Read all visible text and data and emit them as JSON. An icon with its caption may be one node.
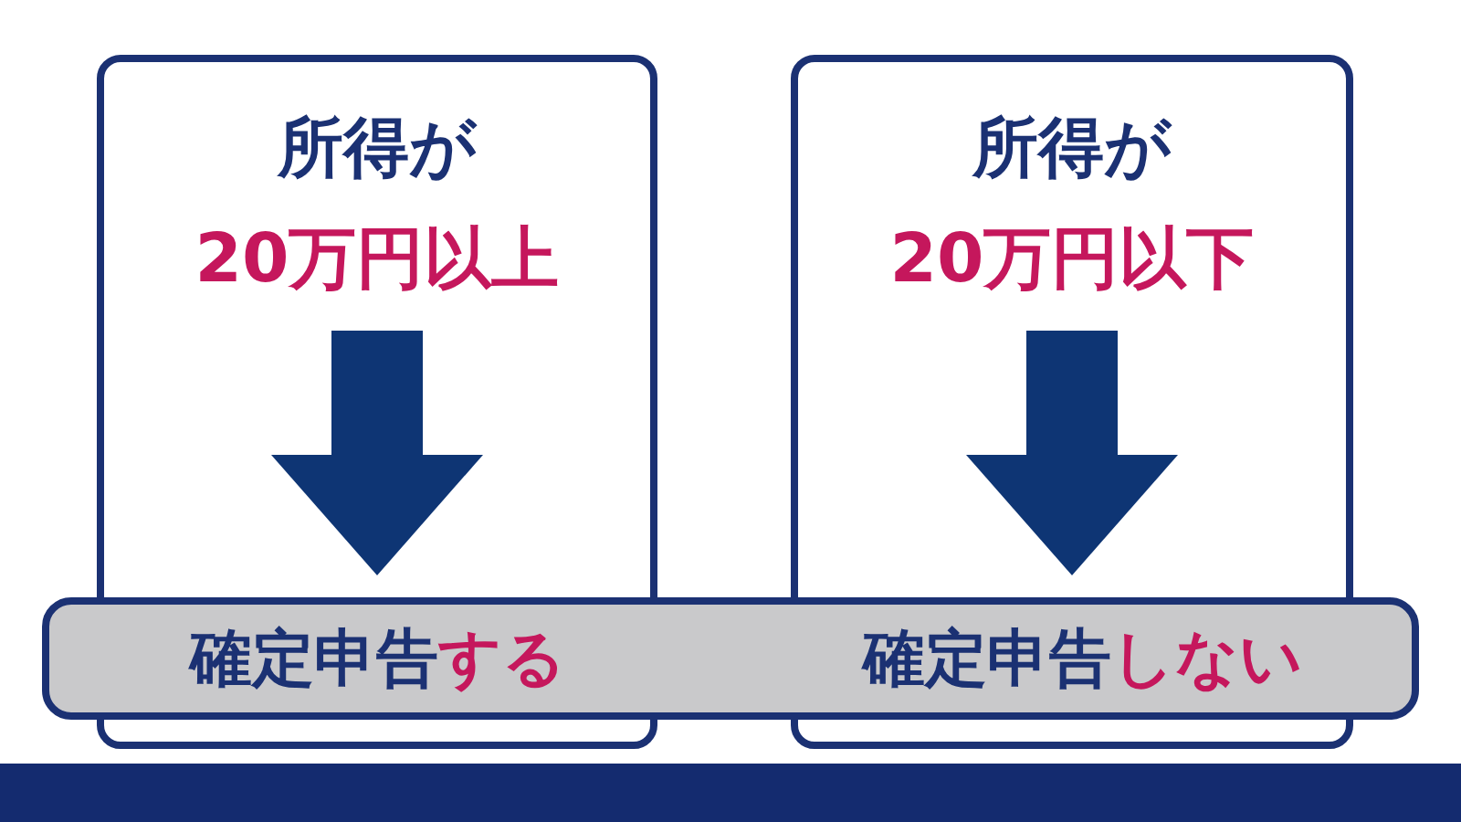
{
  "diagram": {
    "nodes": [
      {
        "text": [],
        "shape": "box"
      },
      {
        "text": [
          "所得が",
          "20万円以上"
        ],
        "in": 0
      },
      {
        "text": [],
        "shape": "box"
      },
      {
        "text": [
          "所得が",
          "20万円以下"
        ],
        "in": 2
      },
      {
        "text": [],
        "shape": "bar"
      },
      {
        "text": [
          "確定申告**する**"
        ]
      },
      {
        "text": [
          "確定申告**しない**"
        ]
      }
    ],
    "edges": [
      {
        "from": 1,
        "to": 5,
        "arrow": "to"
      },
      {
        "from": 3,
        "to": 6,
        "arrow": "to"
      }
    ]
  }
}
